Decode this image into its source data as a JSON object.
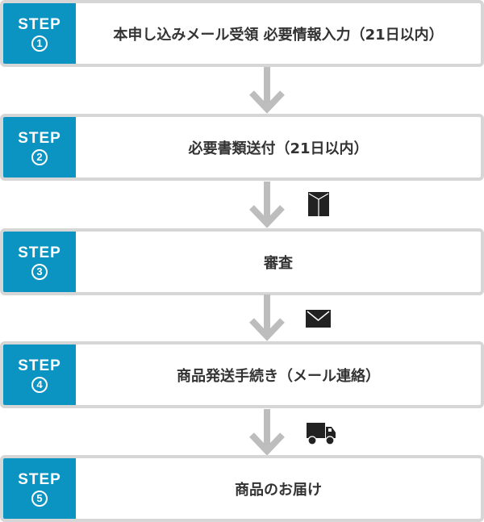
{
  "colors": {
    "badge_bg": "#0b93c2",
    "border": "#d6d6d6",
    "arrow": "#bdbdbd",
    "text": "#333333",
    "icon": "#222222"
  },
  "steps": [
    {
      "label": "STEP",
      "number": "1",
      "text": "本申し込みメール受領  必要情報入力（21日以内）"
    },
    {
      "label": "STEP",
      "number": "2",
      "text": "必要書類送付（21日以内）"
    },
    {
      "label": "STEP",
      "number": "3",
      "text": "審査"
    },
    {
      "label": "STEP",
      "number": "4",
      "text": "商品発送手続き（メール連絡）"
    },
    {
      "label": "STEP",
      "number": "5",
      "text": "商品のお届け"
    }
  ],
  "connectors": [
    {
      "arrow": "down-arrow-icon",
      "side_icon": null
    },
    {
      "arrow": "down-arrow-icon",
      "side_icon": "document-box-icon"
    },
    {
      "arrow": "down-arrow-icon",
      "side_icon": "mail-envelope-icon"
    },
    {
      "arrow": "down-arrow-icon",
      "side_icon": "delivery-truck-icon"
    }
  ]
}
